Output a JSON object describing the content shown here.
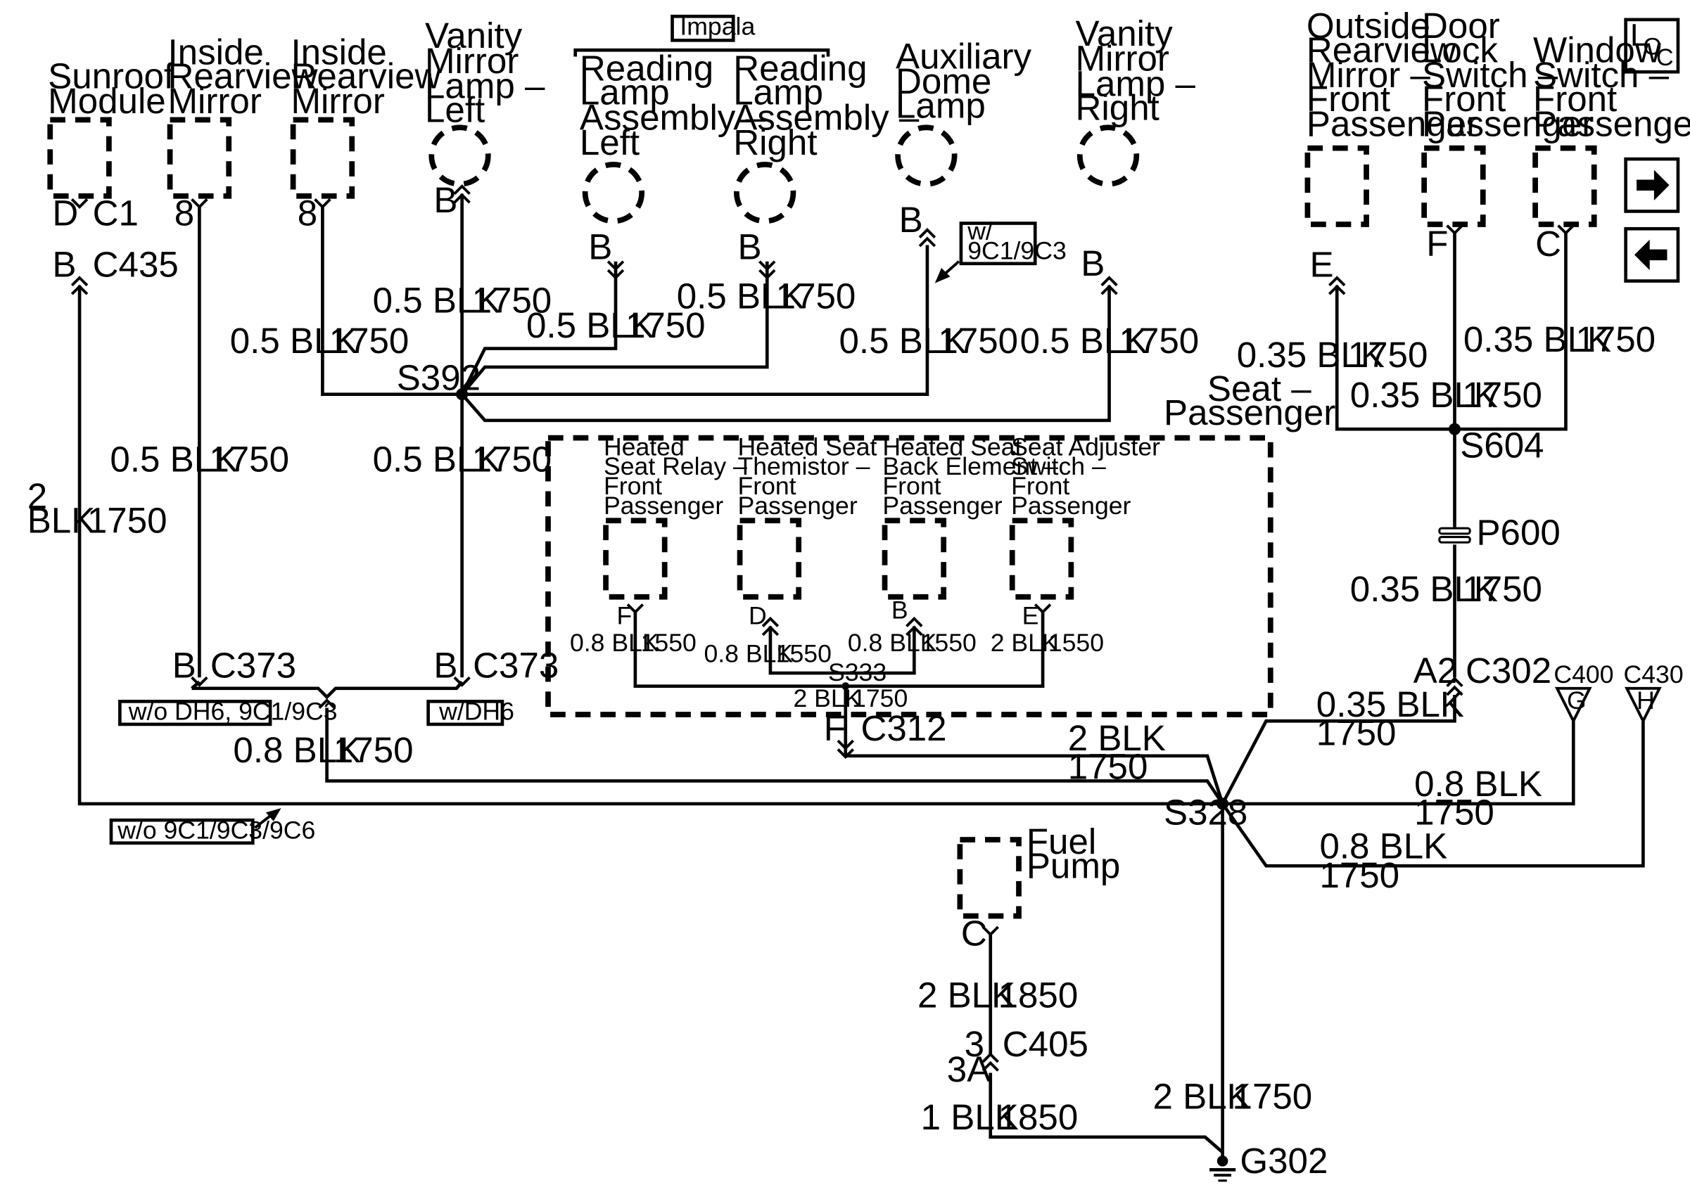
{
  "components": {
    "sunroof": [
      "Sunroof",
      "Module"
    ],
    "mirror1": [
      "Inside",
      "Rearview",
      "Mirror"
    ],
    "mirror2": [
      "Inside",
      "Rearview",
      "Mirror"
    ],
    "vanity_left": [
      "Vanity",
      "Mirror",
      "Lamp –",
      "Left"
    ],
    "impala": "Impala",
    "reading_left": [
      "Reading",
      "Lamp",
      "Assembly –",
      "Left"
    ],
    "reading_right": [
      "Reading",
      "Lamp",
      "Assembly –",
      "Right"
    ],
    "aux_dome": [
      "Auxiliary",
      "Dome",
      "Lamp"
    ],
    "vanity_right": [
      "Vanity",
      "Mirror",
      "Lamp –",
      "Right"
    ],
    "outside_mirror": [
      "Outside",
      "Rearview",
      "Mirror –",
      "Front",
      "Passenger"
    ],
    "door_lock": [
      "Door",
      "Lock",
      "Switch –",
      "Front",
      "Passenger"
    ],
    "window_switch": [
      "Window",
      "Switch –",
      "Front",
      "Passenger"
    ],
    "seat_passenger": [
      "Seat –",
      "Passenger"
    ],
    "heated_relay": [
      "Heated",
      "Seat Relay –",
      "Front",
      "Passenger"
    ],
    "thermistor": [
      "Heated Seat",
      "Themistor –",
      "Front",
      "Passenger"
    ],
    "back_element": [
      "Heated Seat",
      "Back Element –",
      "Front",
      "Passenger"
    ],
    "seat_adjuster": [
      "Seat Adjuster",
      "Switch –",
      "Front",
      "Passenger"
    ],
    "fuel_pump": [
      "Fuel",
      "Pump"
    ]
  },
  "loc_icon": {
    "l": "L",
    "o": "O",
    "c": "C"
  },
  "notes": {
    "w9c1": [
      "w/",
      "9C1/9C3"
    ],
    "wodh6": "w/o DH6, 9C1/9C3",
    "wdh6": "w/DH6",
    "wo9c1": "w/o 9C1/9C3/9C6"
  },
  "terminals": {
    "sunroof_d": "D",
    "sunroof_c1": "C1",
    "sunroof_b": "B",
    "sunroof_c435": "C435",
    "mirror1_8": "8",
    "mirror2_8": "8",
    "vanity_left_b": "B",
    "reading_left_b": "B",
    "reading_right_b": "B",
    "aux_b": "B",
    "vanity_right_b": "B",
    "outside_e": "E",
    "door_f": "F",
    "window_c": "C",
    "c373_b1": "B",
    "c373_1": "C373",
    "c373_b2": "B",
    "c373_2": "C373",
    "relay_f": "F",
    "therm_d": "D",
    "back_b": "B",
    "adj_e": "E",
    "c312_f": "F",
    "c312": "C312",
    "c302_a2": "A2",
    "c302": "C302",
    "c400": "C400",
    "c400_g": "G",
    "c430": "C430",
    "c430_h": "H",
    "fuel_c": "C",
    "c405_3": "3",
    "c405_3a": "3A",
    "c405": "C405"
  },
  "splices": {
    "s392": "S392",
    "s604": "S604",
    "p600": "P600",
    "s333": "S333",
    "s328": "S328",
    "g302": "G302"
  },
  "wires": {
    "sunroof_gauge": "2",
    "sunroof_color": "BLK",
    "sunroof_circuit": "1750",
    "mirror1_gauge": "0.5 BLK",
    "mirror1_circuit": "1750",
    "mirror2_gauge": "0.5 BLK",
    "mirror2_circuit": "1750",
    "vanity_left_gauge": "0.5 BLK",
    "vanity_left_circuit": "1750",
    "reading_left_gauge": "0.5 BLK",
    "reading_left_circuit": "1750",
    "reading_right_gauge": "0.5 BLK",
    "reading_right_circuit": "1750",
    "aux_gauge": "0.5 BLK",
    "aux_circuit": "1750",
    "vanity_right_gauge": "0.5 BLK",
    "vanity_right_circuit": "1750",
    "s392_down_gauge": "0.5 BLK",
    "s392_down_circuit": "1750",
    "c373_gauge": "0.8 BLK",
    "c373_circuit": "1750",
    "outside_gauge": "0.35 BLK",
    "outside_circuit": "1750",
    "door_gauge": "0.35 BLK",
    "door_circuit": "1750",
    "window_gauge": "0.35 BLK",
    "window_circuit": "1750",
    "p600_gauge": "0.35 BLK",
    "p600_circuit": "1750",
    "c302_gauge": "0.35 BLK",
    "c302_circuit": "1750",
    "relay_gauge": "0.8 BLK",
    "relay_circuit": "1550",
    "therm_gauge": "0.8 BLK",
    "therm_circuit": "1550",
    "back_gauge": "0.8 BLK",
    "back_circuit": "1550",
    "adj_gauge": "2 BLK",
    "adj_circuit": "1550",
    "s333_gauge": "2 BLK",
    "s333_circuit": "1750",
    "c312_gauge": "2 BLK",
    "c312_circuit": "1750",
    "c400_gauge": "0.8 BLK",
    "c400_circuit": "1750",
    "c430_gauge": "0.8 BLK",
    "c430_circuit": "1750",
    "fuel_gauge": "2 BLK",
    "fuel_circuit": "1850",
    "c405_gauge": "1 BLK",
    "c405_circuit": "1850",
    "g302_gauge": "2 BLK",
    "g302_circuit": "1750"
  }
}
